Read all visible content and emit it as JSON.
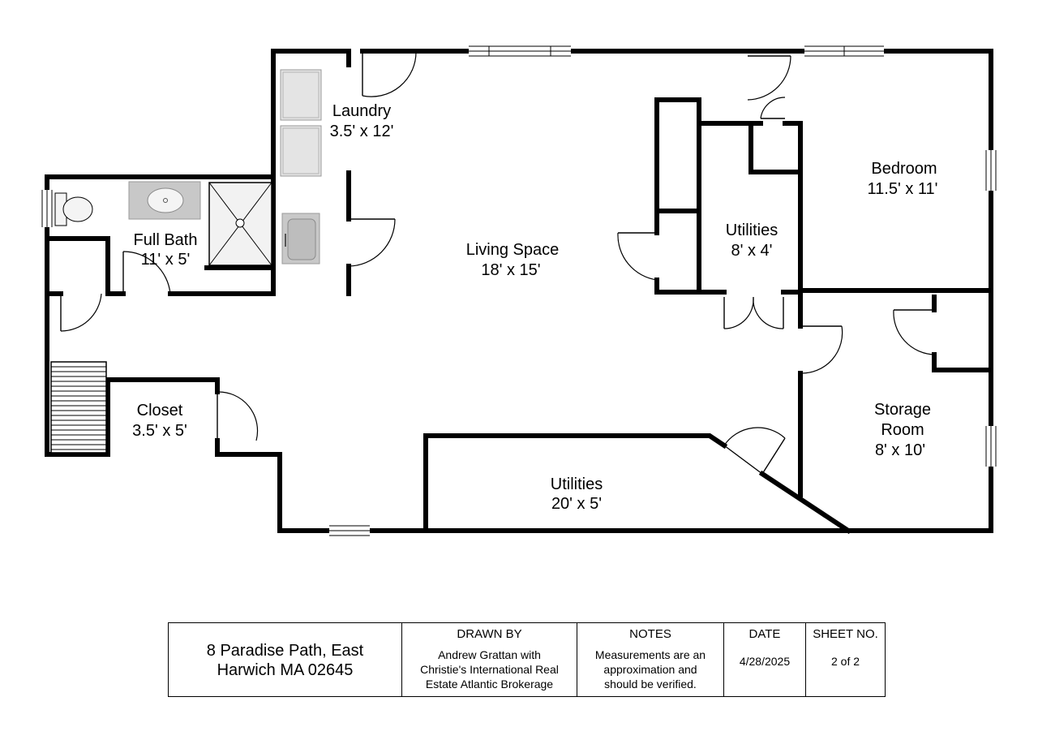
{
  "rooms": {
    "laundry": {
      "name": "Laundry",
      "dims": "3.5' x 12'"
    },
    "full_bath": {
      "name": "Full Bath",
      "dims": "11' x 5'"
    },
    "living_space": {
      "name": "Living Space",
      "dims": "18' x 15'"
    },
    "utilities_small": {
      "name": "Utilities",
      "dims": "8' x 4'"
    },
    "bedroom": {
      "name": "Bedroom",
      "dims": "11.5' x 11'"
    },
    "closet": {
      "name": "Closet",
      "dims": "3.5' x 5'"
    },
    "storage_room": {
      "name_line1": "Storage",
      "name_line2": "Room",
      "dims": "8' x 10'"
    },
    "utilities_large": {
      "name": "Utilities",
      "dims": "20' x 5'"
    }
  },
  "title_block": {
    "address_line1": "8 Paradise Path, East",
    "address_line2": "Harwich MA 02645",
    "drawn_by_label": "DRAWN BY",
    "drawn_by_line1": "Andrew Grattan with",
    "drawn_by_line2": "Christie's International Real",
    "drawn_by_line3": "Estate Atlantic Brokerage",
    "notes_label": "NOTES",
    "notes_line1": "Measurements are an",
    "notes_line2": "approximation and",
    "notes_line3": "should be verified.",
    "date_label": "DATE",
    "date_value": "4/28/2025",
    "sheet_label": "SHEET NO.",
    "sheet_value": "2 of 2"
  }
}
